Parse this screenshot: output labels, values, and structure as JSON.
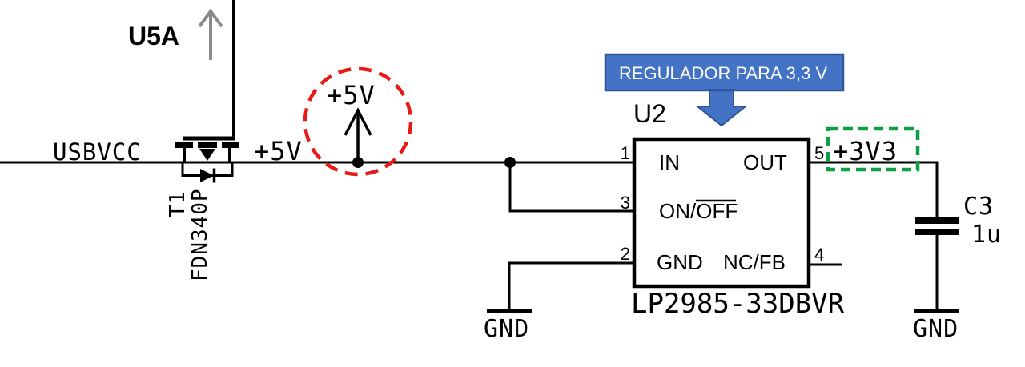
{
  "labels": {
    "u5a": "U5A",
    "usbvcc": "USBVCC",
    "t1_ref": "T1",
    "t1_part": "FDN340P",
    "p5v_wire": "+5V",
    "p5v_flag": "+5V",
    "u2_ref": "U2",
    "u2_part": "LP2985-33DBVR",
    "pin1": "1",
    "pin2": "2",
    "pin3": "3",
    "pin4": "4",
    "pin5": "5",
    "pin_in": "IN",
    "pin_out": "OUT",
    "pin_onoff_pre": "ON/",
    "pin_onoff_bar": "OFF",
    "pin_gnd": "GND",
    "pin_ncfb": "NC/FB",
    "p3v3": "+3V3",
    "c3_ref": "C3",
    "c3_val": "1u",
    "gnd_mid": "GND",
    "gnd_right": "GND"
  },
  "callout": {
    "text": "REGULADOR PARA 3,3 V"
  },
  "colors": {
    "red_annotation": "#e81a17",
    "green_annotation": "#0ba142",
    "callout_fill": "#4472c4",
    "callout_border": "#2f5597",
    "gray_label": "#7f7f7f",
    "gray_arrow": "#8a8a8a"
  }
}
